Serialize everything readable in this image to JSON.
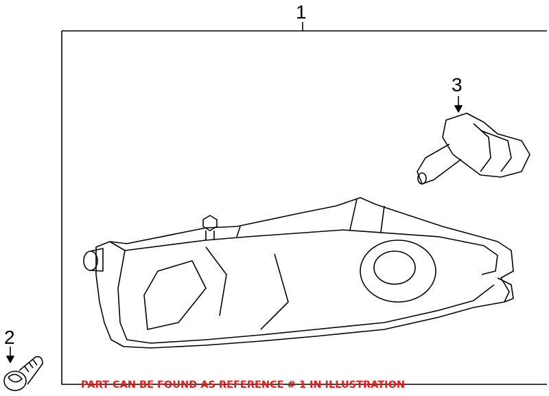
{
  "callouts": {
    "part1": "1",
    "part2": "2",
    "part3": "3"
  },
  "note": "PART CAN BE FOUND AS REFERENCE # 1 IN ILLUSTRATION",
  "colors": {
    "note": "#e0201c",
    "lines": "#000000"
  }
}
